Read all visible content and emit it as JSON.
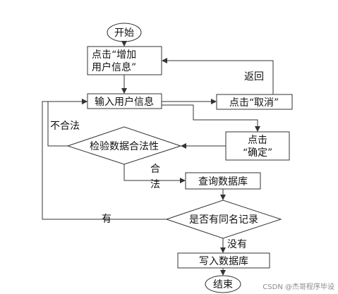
{
  "nodes": {
    "start": "开始",
    "add_info_line1": "点击“增加",
    "add_info_line2": "用户信息”",
    "input_info": "输入用户信息",
    "cancel": "点击“取消”",
    "confirm_line1": "点击",
    "confirm_line2": "“确定”",
    "validate": "检验数据合法性",
    "query_db": "查询数据库",
    "check_duplicate": "是否有同名记录",
    "write_db": "写入数据库",
    "end": "结束"
  },
  "edge_labels": {
    "return": "返回",
    "illegal": "不合法",
    "legal_line1": "合",
    "legal_line2": "法",
    "has": "有",
    "none": "没有"
  },
  "watermark": "CSDN @杰哥程序毕设",
  "colors": {
    "stroke": "#333333",
    "text": "#111111",
    "watermark": "#8c8c8c"
  }
}
